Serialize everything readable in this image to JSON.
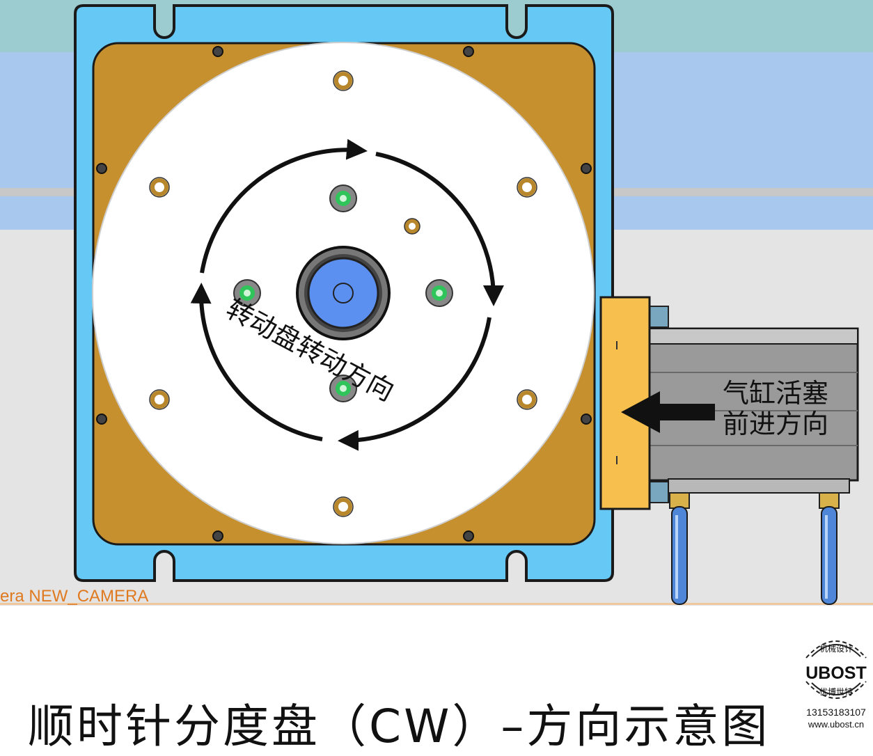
{
  "labels": {
    "rotation": "转动盘转动方向",
    "cylinder_line1": "气缸活塞",
    "cylinder_line2": "前进方向",
    "camera": "era NEW_CAMERA"
  },
  "caption": "顺时针分度盘（CW）–方向示意图",
  "logo": {
    "brand": "UBOST",
    "top_text": "机械设计",
    "bottom_text": "优博世特",
    "phone": "13153183107",
    "website": "www.ubost.cn"
  },
  "colors": {
    "frame_blue": "#66c8f5",
    "plate_gold": "#c6902e",
    "disc_white": "#ffffff",
    "hub_blue": "#5b8ff0",
    "bolt_green": "#2fc55a",
    "cylinder_gray": "#9a9a9a",
    "bracket_yellow": "#f7c04e",
    "arrow_black": "#111111"
  },
  "icons": [
    "gear-icon"
  ]
}
